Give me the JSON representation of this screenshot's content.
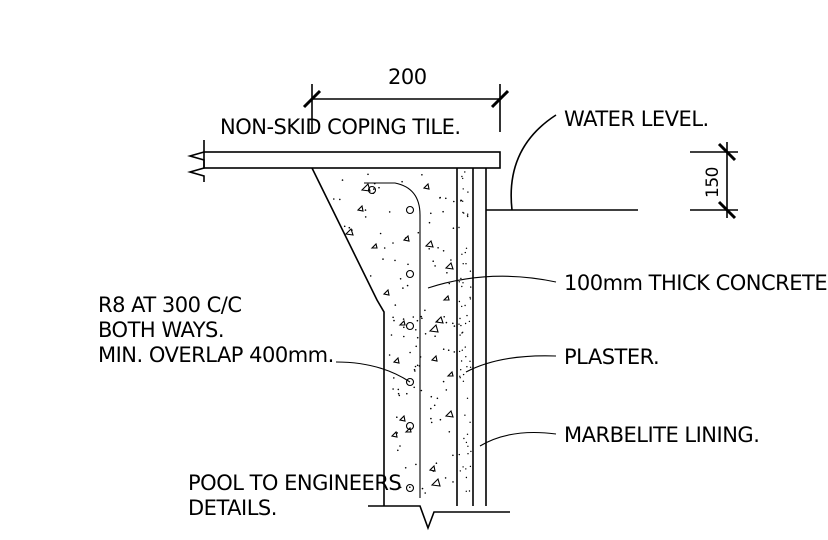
{
  "labels": {
    "dim_width": "200",
    "dim_water": "150",
    "coping": "NON-SKID COPING TILE.",
    "water_level": "WATER LEVEL.",
    "concrete": "100mm THICK CONCRETE.",
    "plaster": "PLASTER.",
    "lining": "MARBELITE LINING.",
    "reinforcement": [
      "R8 AT 300 C/C",
      "BOTH WAYS.",
      "MIN. OVERLAP 400mm."
    ],
    "pool": [
      "POOL TO ENGINEERS",
      "DETAILS."
    ]
  }
}
